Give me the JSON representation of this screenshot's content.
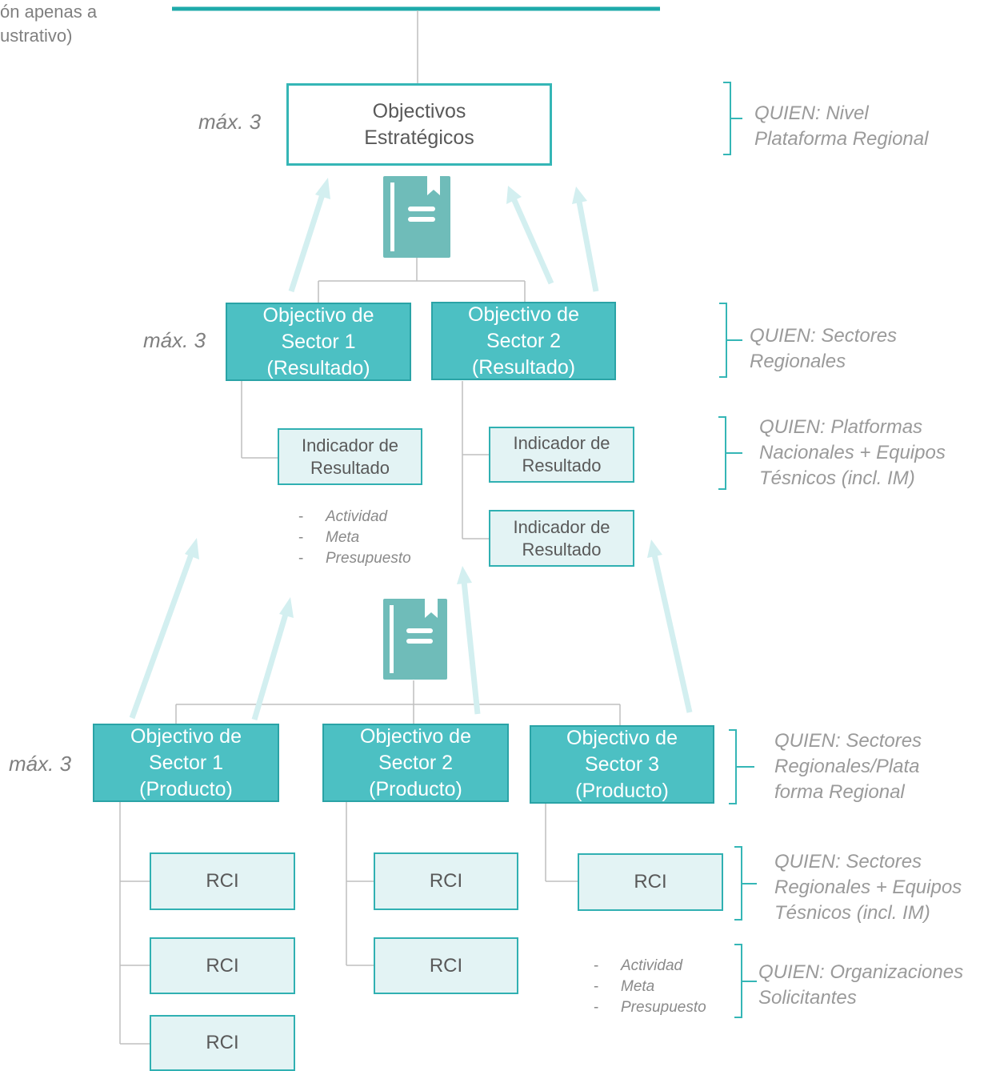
{
  "top_note": {
    "line1": "ón apenas a",
    "line2": "ustrativo)"
  },
  "strategic_box": {
    "line1": "Objectivos",
    "line2": "Estratégicos"
  },
  "max_labels": [
    "máx. 3",
    "máx. 3",
    "máx. 3"
  ],
  "result_objectives": [
    {
      "line1": "Objectivo de",
      "line2": "Sector 1",
      "line3": "(Resultado)"
    },
    {
      "line1": "Objectivo de",
      "line2": "Sector 2",
      "line3": "(Resultado)"
    }
  ],
  "result_indicators": [
    {
      "line1": "Indicador de",
      "line2": "Resultado"
    },
    {
      "line1": "Indicador de",
      "line2": "Resultado"
    },
    {
      "line1": "Indicador de",
      "line2": "Resultado"
    }
  ],
  "middle_list": [
    "Actividad",
    "Meta",
    "Presupuesto"
  ],
  "product_objectives": [
    {
      "line1": "Objectivo de",
      "line2": "Sector 1",
      "line3": "(Producto)"
    },
    {
      "line1": "Objectivo de",
      "line2": "Sector 2",
      "line3": "(Producto)"
    },
    {
      "line1": "Objectivo de",
      "line2": "Sector 3",
      "line3": "(Producto)"
    }
  ],
  "rci_label": "RCI",
  "bottom_list": [
    "Actividad",
    "Meta",
    "Presupuesto"
  ],
  "who_labels": [
    {
      "line1": "QUIEN: Nivel",
      "line2": "Plataforma Regional"
    },
    {
      "line1": "QUIEN: Sectores",
      "line2": "Regionales"
    },
    {
      "line1": "QUIEN: Platformas",
      "line2": "Nacionales + Equipos",
      "line3": "Tésnicos (incl. IM)"
    },
    {
      "line1": "QUIEN: Sectores",
      "line2": "Regionales/Plata",
      "line3": "forma Regional"
    },
    {
      "line1": "QUIEN: Sectores",
      "line2": "Regionales + Equipos",
      "line3": "Tésnicos (incl. IM)"
    },
    {
      "line1": "QUIEN: Organizaciones",
      "line2": "Solicitantes"
    }
  ],
  "icons": [
    "document-icon",
    "document-icon"
  ],
  "colors": {
    "teal": "#4cc0c3",
    "teal_dark": "#2aa3a6",
    "light_fill": "#e3f3f4",
    "arrow": "#d3eff0",
    "doc_icon": "#6fbcb9",
    "text_gray": "#9a9a9a"
  }
}
